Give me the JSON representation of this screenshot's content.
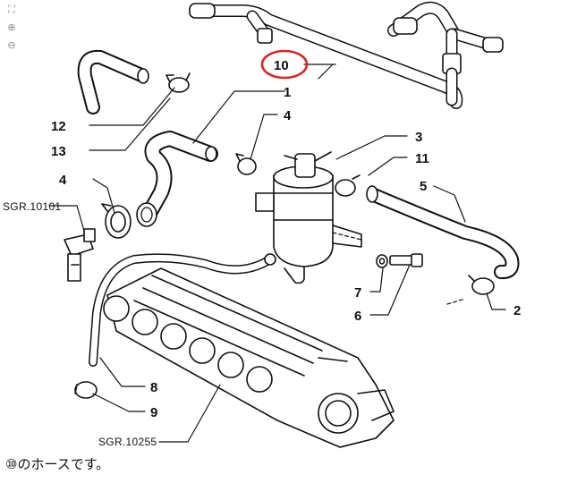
{
  "toolbar": {
    "fit_icon": "⛶",
    "zoom_in_icon": "⊕",
    "zoom_out_icon": "⊖"
  },
  "diagram": {
    "highlight_color": "#d62828",
    "callouts": {
      "c1": "1",
      "c2": "2",
      "c3": "3",
      "c4a": "4",
      "c4b": "4",
      "c5": "5",
      "c6": "6",
      "c7": "7",
      "c8": "8",
      "c9": "9",
      "c10": "10",
      "c11": "11",
      "c12": "12",
      "c13": "13"
    },
    "refs": {
      "sgr1": "SGR.10101",
      "sgr2": "SGR.10255"
    }
  },
  "caption": "⑩のホースです。"
}
